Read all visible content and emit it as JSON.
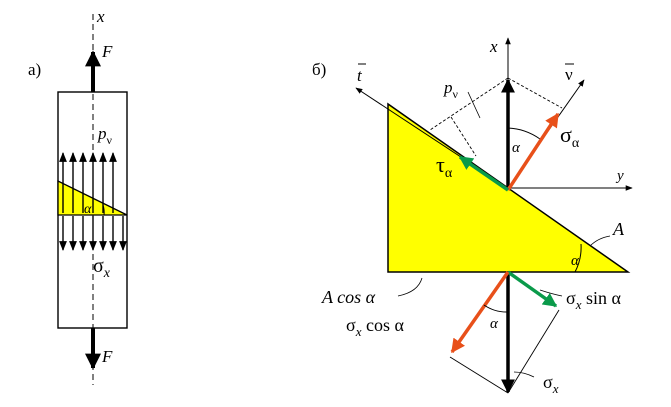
{
  "panel_a": {
    "panel_label": "а)",
    "axis_x": "x",
    "force_top": "F",
    "force_bottom": "F",
    "p_label": "p",
    "p_sub": "ν",
    "angle": "α",
    "sigma_sym": "σ",
    "sigma_sub": "x"
  },
  "panel_b": {
    "panel_label": "б)",
    "axis_x": "x",
    "axis_y": "y",
    "axis_t": "t",
    "axis_nu": "ν",
    "p_label": "p",
    "p_sub": "ν",
    "angle_top": "α",
    "angle_right": "α",
    "angle_bottom": "α",
    "tau_sym": "τ",
    "tau_sub": "α",
    "sigma_a_sym": "σ",
    "sigma_a_sub": "α",
    "area_A": "A",
    "area_Acos": "A cos α",
    "sx_sin_sym": "σ",
    "sx_sin_sub": "x",
    "sx_sin_tail": " sin α",
    "sx_cos_sym": "σ",
    "sx_cos_sub": "x",
    "sx_cos_tail": " cos α",
    "sx_sym": "σ",
    "sx_sub": "x"
  },
  "colors": {
    "fill": "#ffff00",
    "normal_arrow": "#e8501a",
    "shear_arrow": "#0a9a4a",
    "black": "#000000"
  }
}
